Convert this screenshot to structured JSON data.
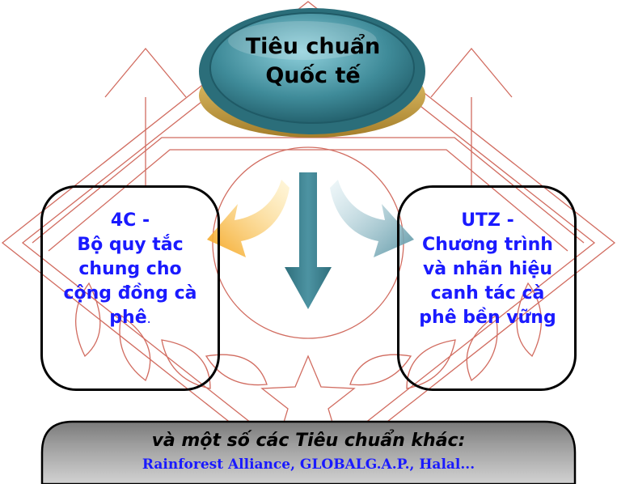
{
  "top_node": {
    "line1": "Tiêu chuẩn",
    "line2": "Quốc tế"
  },
  "left_box": {
    "line1": "4C -",
    "line2": "Bộ quy tắc",
    "line3": "chung cho",
    "line4": "cộng đồng cà",
    "line5": "phê",
    "trailing": "."
  },
  "right_box": {
    "line1": "UTZ -",
    "line2": "Chương trình",
    "line3": "và nhãn hiệu",
    "line4": "canh tác cà",
    "line5": "phê bền vững"
  },
  "bottom_bar": {
    "title": "và một số các Tiêu chuẩn khác:",
    "subtitle": "Rainforest Alliance, GLOBALG.A.P., Halal..."
  },
  "colors": {
    "blue_text": "#1a1aff",
    "node_teal": "#3f8b99",
    "node_gold": "#c9a24a",
    "left_arrow": "#f5b23a",
    "right_arrow": "#7fb3c0",
    "down_arrow": "#3a7c8a",
    "watermark": "#c23b2b"
  }
}
